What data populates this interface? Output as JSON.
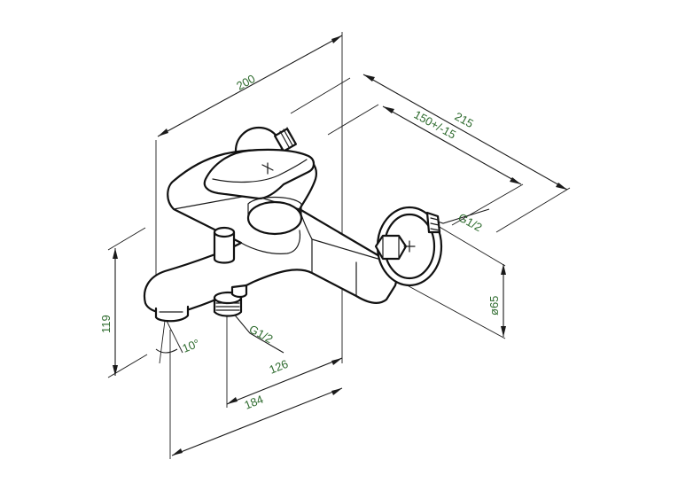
{
  "dimensions": {
    "width_200": "200",
    "width_215": "215",
    "wall_150": "150+/-15",
    "thread_wall": "G1/2",
    "diameter_65": "ø65",
    "height_119": "119",
    "angle_10": "10°",
    "thread_spout": "G1/2",
    "length_126": "126",
    "length_184": "184"
  },
  "colors": {
    "line": "#1a1a1a",
    "dimension_text": "#2e6b2e",
    "background": "#ffffff"
  }
}
